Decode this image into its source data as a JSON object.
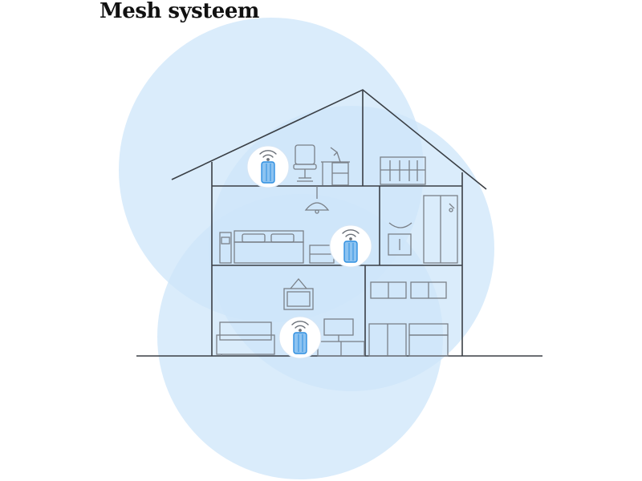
{
  "title": "Mesh systeem",
  "colors": {
    "coverage": "#cde5fa",
    "line": "#3a3f45",
    "furniture": "#7a8088",
    "router_blue": "#2f8fe0",
    "router_light": "#8cc3f1",
    "wifi": "#6a7078"
  },
  "routers": [
    {
      "name": "router-top-floor",
      "label": ""
    },
    {
      "name": "router-middle-floor",
      "label": ""
    },
    {
      "name": "router-ground-floor",
      "label": ""
    }
  ]
}
